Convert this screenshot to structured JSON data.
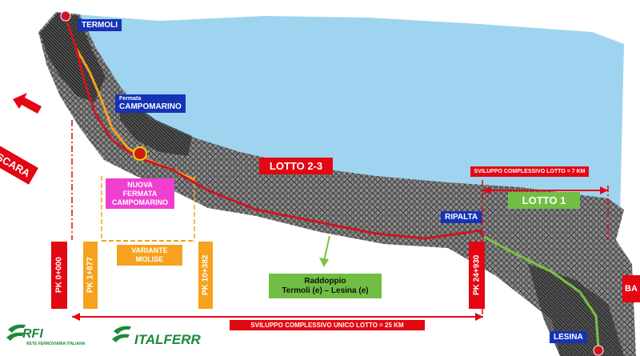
{
  "labels": {
    "termoli": "TERMOLI",
    "fermata_small": "Fermata",
    "campomarino": "CAMPOMARINO",
    "nuova_fermata_line1": "NUOVA",
    "nuova_fermata_line2": "FERMATA",
    "nuova_fermata_line3": "CAMPOMARINO",
    "lotto_23": "LOTTO 2-3",
    "lotto_1": "LOTTO 1",
    "ripalta": "RIPALTA",
    "lesina": "LESINA",
    "variante_line1": "VARIANTE",
    "variante_line2": "MOLISE",
    "raddoppio_line1": "Raddoppio",
    "raddoppio_line2": "Termoli (e) – Lesina (e)",
    "sviluppo_lotto1": "SVILUPPO COMPLESSIVO  LOTTO = 7 KM",
    "sviluppo_unico": "SVILUPPO COMPLESSIVO UNICO LOTTO = 25 KM",
    "pescara": "PESCARA",
    "bari_partial": "BA"
  },
  "pk_markers": [
    {
      "label": "PK 0+000",
      "color": "#e30613"
    },
    {
      "label": "PK 1+877",
      "color": "#f6a21e"
    },
    {
      "label": "PK 10+382",
      "color": "#f6a21e"
    },
    {
      "label": "PK 24+930",
      "color": "#e30613"
    }
  ],
  "logos": {
    "rfi": "RFI",
    "rfi_sub": "RETE FERROVIARIA ITALIANA",
    "italferr": "ITALFERR"
  },
  "colors": {
    "sea": "#9fd4f0",
    "land": "#3c3c3c",
    "main_line": "#cc1722",
    "variante_line": "#f6a21e",
    "lotto1_line": "#7dc142",
    "label_blue": "#1733b5",
    "red": "#e30613",
    "orange": "#f6a21e",
    "magenta": "#ef3fd0",
    "green": "#72be44"
  }
}
